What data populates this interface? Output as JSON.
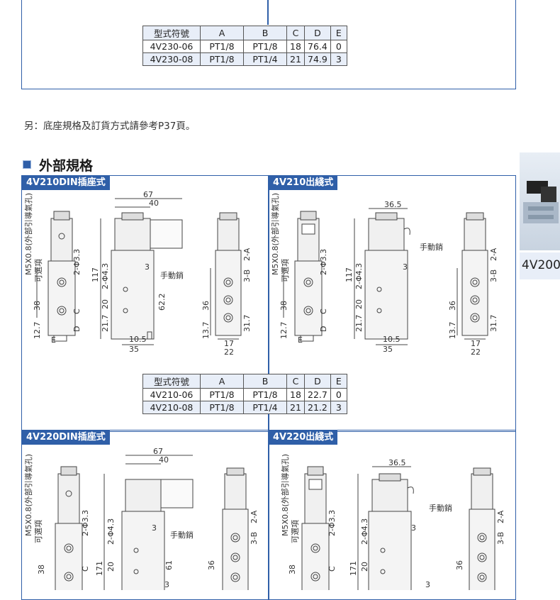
{
  "top_table": {
    "headers": [
      "型式符號",
      "A",
      "B",
      "C",
      "D",
      "E"
    ],
    "rows": [
      [
        "4V230-06",
        "PT1/8",
        "PT1/8",
        "18",
        "76.4",
        "0"
      ],
      [
        "4V230-08",
        "PT1/8",
        "PT1/4",
        "21",
        "74.9",
        "3"
      ]
    ]
  },
  "note": "另：底座規格及訂貨方式請參考P37頁。",
  "section": {
    "title": "外部規格"
  },
  "side_product": {
    "label": "4V200"
  },
  "panels": [
    {
      "tag": "4V210DIN插座式"
    },
    {
      "tag": "4V210出綫式"
    },
    {
      "tag": "4V220DIN插座式"
    },
    {
      "tag": "4V220出綫式"
    }
  ],
  "mid_table": {
    "headers": [
      "型式符號",
      "A",
      "B",
      "C",
      "D",
      "E"
    ],
    "rows": [
      [
        "4V210-06",
        "PT1/8",
        "PT1/8",
        "18",
        "22.7",
        "0"
      ],
      [
        "4V210-08",
        "PT1/8",
        "PT1/4",
        "21",
        "21.2",
        "3"
      ]
    ]
  },
  "drawing_labels": {
    "port_note": "M5X0.8(外部引導氣孔)",
    "optional": "可選項",
    "hole": "2-Φ3.3",
    "mount_hole": "2-Φ4.3",
    "port_b": "3-B",
    "port_ab": "2-A",
    "manual": "手動銷",
    "c": "C",
    "d": "D",
    "e": "E",
    "d67": "67",
    "d40": "40",
    "d36_5": "36.5",
    "d117": "117",
    "d171": "171",
    "d38": "38",
    "d12_7": "12.7",
    "d21_7": "21.7",
    "d20": "20",
    "d62_2": "62.2",
    "d61": "61",
    "d10_5": "10.5",
    "d35": "35",
    "d36": "36",
    "d13_7": "13.7",
    "d31_7": "31.7",
    "d17": "17",
    "d22": "22",
    "d3": "3"
  }
}
